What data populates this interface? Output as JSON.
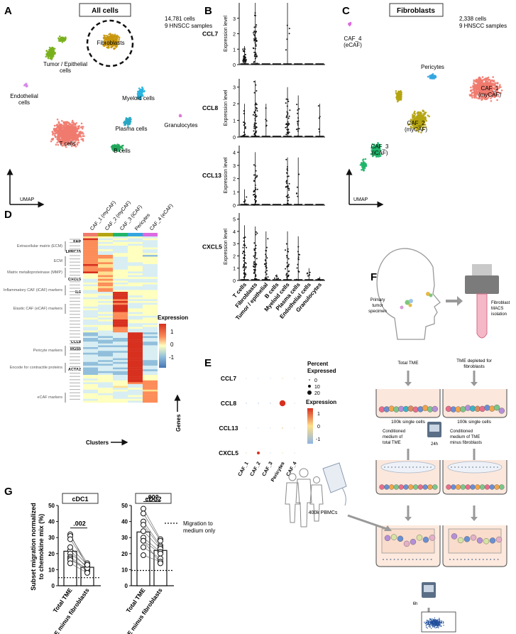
{
  "panels": {
    "A": {
      "letter": "A",
      "title": "All cells",
      "stats_line1": "14,781 cells",
      "stats_line2": "9 HNSCC samples",
      "clusters": [
        {
          "label": "Fibroblasts",
          "color": "#c8960c"
        },
        {
          "label": "Tumor / Epithelial",
          "label2": "cells",
          "color": "#79b01d"
        },
        {
          "label": "Endothelial",
          "label2": "cells",
          "color": "#d58ae8"
        },
        {
          "label": "Myeloid cells",
          "color": "#29b5e0"
        },
        {
          "label": "Granulocytes",
          "color": "#dc7ad8"
        },
        {
          "label": "Plasma cells",
          "color": "#28a7c3"
        },
        {
          "label": "T cells",
          "color": "#f07a6e"
        },
        {
          "label": "B cells",
          "color": "#21a75a"
        }
      ],
      "axis_label": "UMAP"
    },
    "B": {
      "letter": "B",
      "genes": [
        "CCL7",
        "CCL8",
        "CCL13",
        "CXCL5"
      ],
      "ylabel": "Expression level",
      "yticks": [
        [
          "0",
          "1",
          "2",
          "3"
        ],
        [
          "0",
          "1",
          "2",
          "3"
        ],
        [
          "0",
          "1",
          "2",
          "3",
          "4"
        ],
        [
          "0",
          "1",
          "2",
          "3",
          "4",
          "5"
        ]
      ],
      "xcategories": [
        "T cells",
        "Fibroblasts",
        "Tumor / epithelial",
        "B cells",
        "Myeloid cells",
        "Plasma cells",
        "Endothelial cells",
        "Granulocytes"
      ]
    },
    "C": {
      "letter": "C",
      "title": "Fibroblasts",
      "stats_line1": "2,338 cells",
      "stats_line2": "9 HNSCC samples",
      "clusters": [
        {
          "label": "CAF_4",
          "label2": "(eCAF)",
          "color": "#dc6ae0"
        },
        {
          "label": "Pericytes",
          "color": "#33a6e0"
        },
        {
          "label": "CAF_1",
          "label2": "(myCAF)",
          "color": "#f07a6e"
        },
        {
          "label": "CAF_2",
          "label2": "(myCAF)",
          "color": "#b5a412"
        },
        {
          "label": "CAF_3",
          "label2": "(iCAF)",
          "color": "#21b56a"
        }
      ],
      "axis_label": "UMAP"
    },
    "D": {
      "letter": "D",
      "columns": [
        "CAF_1 (myCAF)",
        "CAF_2 (myCAF)",
        "CAF_3 (iCAF)",
        "Pericytes",
        "CAF_4 (eCAF)"
      ],
      "column_colors": [
        "#f07a6e",
        "#b5a412",
        "#21b56a",
        "#33a6e0",
        "#dc6ae0"
      ],
      "groups": [
        "Extracellular matrix (ECM)",
        "ECM",
        "Matrix metalloproteinase (MMP)",
        "Inflammatory CAF (iCAF) markers",
        "Elastic CAF (eCAF) markers",
        "Pericyte markers",
        "Encode for contractile proteins",
        "eCAF markers"
      ],
      "bold_genes": [
        "FAP",
        "LRRC15",
        "CXCL5",
        "IL6",
        "CCL8",
        "RGS5",
        "ACTA2"
      ],
      "legend_title": "Expression",
      "legend_ticks": [
        "1",
        "0",
        "-1"
      ],
      "clusters_label": "Clusters",
      "genes_label": "Genes"
    },
    "E": {
      "letter": "E",
      "genes": [
        "CCL7",
        "CCL8",
        "CCL13",
        "CXCL5"
      ],
      "xcategories": [
        "CAF_1",
        "CAF_2",
        "CAF_3",
        "Pericytes",
        "CAF_4"
      ],
      "legend_pct_title_1": "Percent",
      "legend_pct_title_2": "Expressed",
      "legend_pct_ticks": [
        "0",
        "10",
        "20"
      ],
      "legend_expr_title": "Expression",
      "legend_expr_ticks": [
        "1",
        "0",
        "-1"
      ]
    },
    "F": {
      "letter": "F",
      "primary_1": "Primary",
      "primary_2": "tumor",
      "primary_3": "specimen",
      "macs_1": "Fibroblast",
      "macs_2": "MACS",
      "macs_3": "isolation",
      "total_tme": "Total TME",
      "depleted_1": "TME depleted for",
      "depleted_2": "fibroblasts",
      "single_cells": "100k single cells",
      "cond_left_1": "Conditioned",
      "cond_left_2": "medium of",
      "cond_left_3": "total TME",
      "time_24h": "24h",
      "cond_right_1": "Conditioned",
      "cond_right_2": "medium of TME",
      "cond_right_3": "minus fibroblasts",
      "pbmcs": "400k PBMCs",
      "time_6h": "6h"
    },
    "G": {
      "letter": "G",
      "ylabel_1": "Subset migration normalized",
      "ylabel_2": "to chemokine mix (%)",
      "yticks": [
        "0",
        "10",
        "20",
        "30",
        "40",
        "50"
      ],
      "legend": "Migration to",
      "legend_2": "medium only",
      "xcategories": [
        "Total TME",
        "TME minus fibroblasts"
      ]
    }
  },
  "chart_data": [
    {
      "type": "bar",
      "title": "cDC1",
      "categories": [
        "Total TME",
        "TME minus fibroblasts"
      ],
      "values": [
        21.5,
        11.5
      ],
      "ylim": [
        0,
        50
      ],
      "ylabel": "Subset migration normalized to chemokine mix (%)",
      "pvalue": ".002",
      "baseline_medium_only": 5,
      "paired_points": [
        [
          32,
          12
        ],
        [
          31,
          14
        ],
        [
          29,
          13
        ],
        [
          22,
          11
        ],
        [
          20,
          12
        ],
        [
          18,
          10
        ],
        [
          17,
          9
        ],
        [
          16,
          11
        ],
        [
          14,
          8
        ],
        [
          24,
          13
        ]
      ]
    },
    {
      "type": "bar",
      "title": "cDC2",
      "categories": [
        "Total TME",
        "TME minus fibroblasts"
      ],
      "values": [
        33.5,
        22
      ],
      "ylim": [
        0,
        50
      ],
      "ylabel": "Subset migration normalized to chemokine mix (%)",
      "pvalue": ".002",
      "baseline_medium_only": 9.5,
      "paired_points": [
        [
          48,
          29
        ],
        [
          45,
          28
        ],
        [
          40,
          25
        ],
        [
          38,
          24
        ],
        [
          34,
          23
        ],
        [
          30,
          21
        ],
        [
          28,
          20
        ],
        [
          24,
          17
        ],
        [
          19,
          15
        ],
        [
          28,
          14
        ]
      ]
    },
    {
      "type": "scatter",
      "title": "Dot plot (panel E)",
      "genes": [
        "CCL7",
        "CCL8",
        "CCL13",
        "CXCL5"
      ],
      "categories": [
        "CAF_1",
        "CAF_2",
        "CAF_3",
        "Pericytes",
        "CAF_4"
      ],
      "percent_expressed": [
        [
          0,
          0,
          0,
          1,
          0
        ],
        [
          1,
          1,
          1,
          22,
          0
        ],
        [
          0,
          0,
          0,
          2,
          0
        ],
        [
          1,
          5,
          0,
          1,
          0
        ]
      ],
      "scaled_expression": [
        [
          -0.5,
          -0.5,
          -0.5,
          0,
          -0.5
        ],
        [
          -0.5,
          -0.5,
          -0.5,
          1.5,
          -0.5
        ],
        [
          -0.5,
          -0.5,
          -0.5,
          0.5,
          -0.5
        ],
        [
          0,
          1.3,
          -0.5,
          0,
          -0.5
        ]
      ]
    }
  ]
}
